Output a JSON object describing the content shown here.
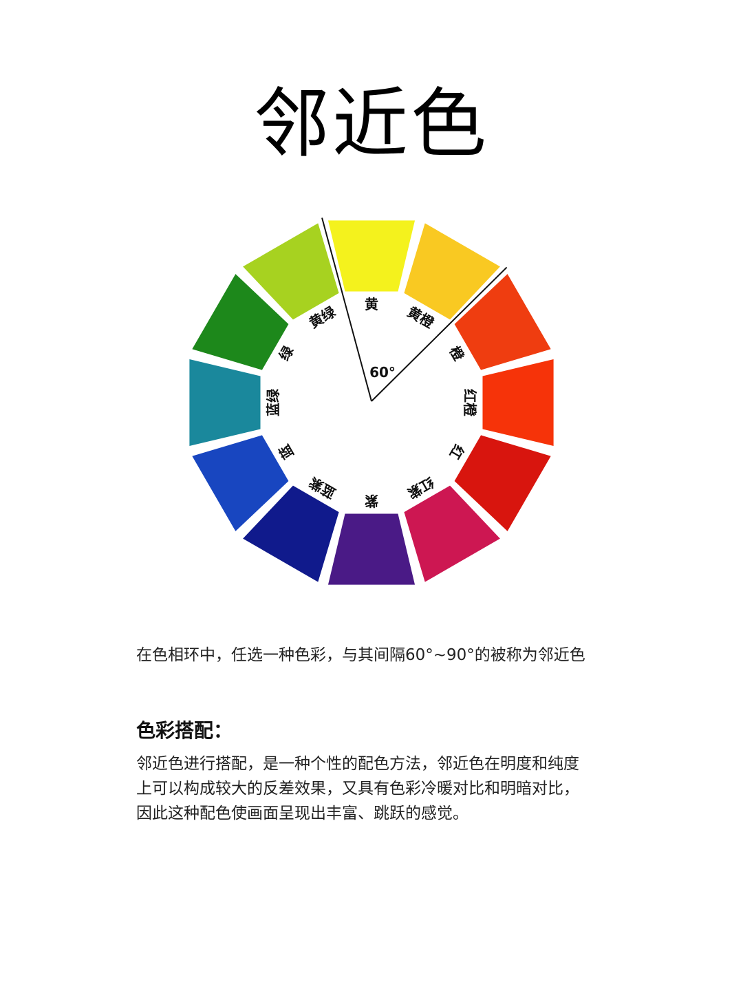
{
  "title": "邻近色",
  "color_wheel": {
    "angle_label": "60°",
    "segments": [
      {
        "label": "黄",
        "color": "#f4f21d"
      },
      {
        "label": "黄橙",
        "color": "#f9c922"
      },
      {
        "label": "橙",
        "color": "#ef3d10"
      },
      {
        "label": "红橙",
        "color": "#f63309"
      },
      {
        "label": "红",
        "color": "#d8150e"
      },
      {
        "label": "红紫",
        "color": "#cd1752"
      },
      {
        "label": "紫",
        "color": "#4a1a86"
      },
      {
        "label": "蓝紫",
        "color": "#101a8c"
      },
      {
        "label": "蓝",
        "color": "#1846c0"
      },
      {
        "label": "蓝绿",
        "color": "#1a889c"
      },
      {
        "label": "绿",
        "color": "#1d881b"
      },
      {
        "label": "黄绿",
        "color": "#a7d220"
      }
    ]
  },
  "description": "在色相环中，任选一种色彩，与其间隔60°~90°的被称为邻近色",
  "section": {
    "heading": "色彩搭配：",
    "lines": [
      "邻近色进行搭配，是一种个性的配色方法，邻近色在明度和纯度",
      "上可以构成较大的反差效果，又具有色彩冷暖对比和明暗对比，",
      "因此这种配色使画面呈现出丰富、跳跃的感觉。"
    ]
  }
}
